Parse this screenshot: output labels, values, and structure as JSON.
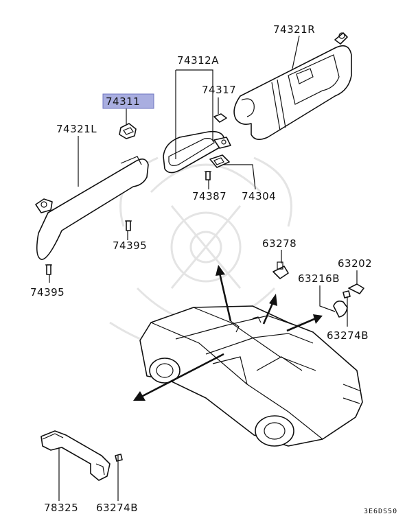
{
  "diagram": {
    "highlight_color": "#a9aee0",
    "parts": {
      "sun_visor_left": "74321L",
      "sun_visor_right": "74321R",
      "visor_holder": "74311",
      "inner_mirror": "74312A",
      "mirror_cover": "74317",
      "mirror_screw": "74387",
      "mirror_bracket": "74304",
      "visor_screw_a": "74395",
      "visor_screw_b": "74395",
      "clip_top": "63278",
      "hook": "63202",
      "hook_bracket": "63216B",
      "screw_right": "63274B",
      "screw_bottom": "63274B",
      "assist_grip": "78325"
    },
    "drawing_code": "3E6DS50"
  }
}
